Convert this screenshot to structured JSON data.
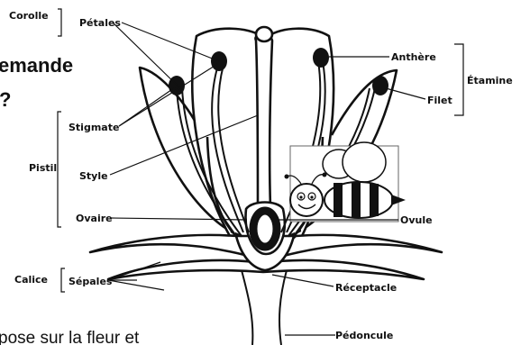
{
  "overlay_text": {
    "line1": "emande",
    "line2": "?",
    "bottom": "pose sur la fleur et"
  },
  "labels": {
    "corolle": "Corolle",
    "petales": "Pétales",
    "anthere": "Anthère",
    "etamine": "Étamine",
    "filet": "Filet",
    "stigmate": "Stigmate",
    "pistil": "Pistil",
    "style": "Style",
    "ovaire": "Ovaire",
    "ovule": "Ovule",
    "calice": "Calice",
    "sepales": "Sépales",
    "receptacle": "Réceptacle",
    "pedoncule": "Pédoncule"
  },
  "colors": {
    "ink": "#111111",
    "bee_stripe": "#111111",
    "bee_body": "#ffffff"
  },
  "icons": {
    "bee": "bee-illustration"
  }
}
